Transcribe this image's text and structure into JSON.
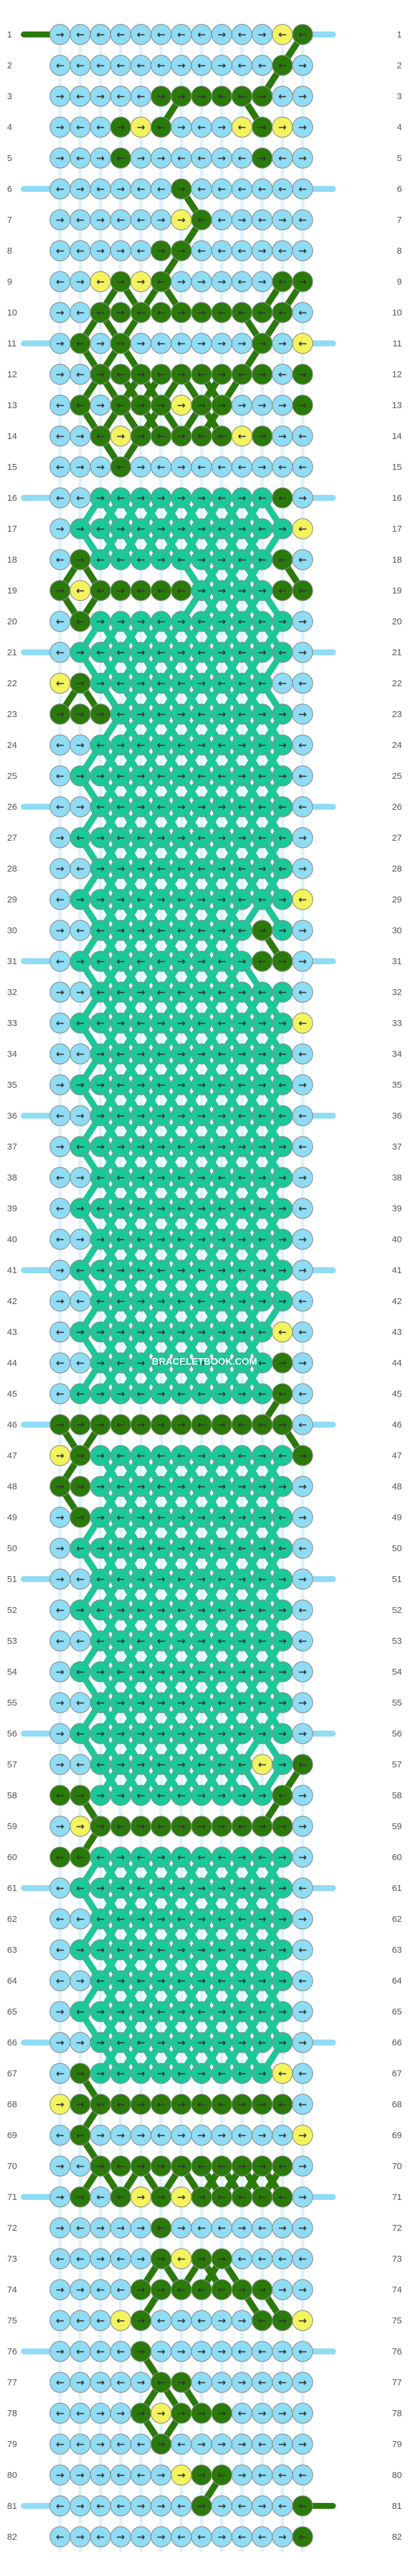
{
  "watermark": "BRACELETBOOK.COM",
  "colors": {
    "A": "#8fdcf5",
    "B": "#2a7a0a",
    "C": "#f3f45c",
    "D": "#19c999",
    "string_base": "#dff3fb",
    "outline": "#8a8a8a"
  },
  "strings": {
    "left_tails": [
      "B",
      "A",
      "A",
      "A",
      "A",
      "A",
      "A",
      "A",
      "A",
      "A",
      "A",
      "A",
      "A",
      "A",
      "A",
      "A",
      "A"
    ],
    "right_tails": [
      "A",
      "A",
      "A",
      "A",
      "A",
      "A",
      "A",
      "A",
      "A",
      "A",
      "A",
      "A",
      "A",
      "A",
      "A",
      "A",
      "B"
    ]
  },
  "row_numbers": [
    1,
    2,
    3,
    4,
    5,
    6,
    7,
    8,
    9,
    10,
    11,
    12,
    13,
    14,
    15,
    16,
    17,
    18,
    19,
    20,
    21,
    22,
    23,
    24,
    25,
    26,
    27,
    28,
    29,
    30,
    31,
    32,
    33,
    34,
    35,
    36,
    37,
    38,
    39,
    40,
    41,
    42,
    43,
    44,
    45,
    46,
    47,
    48,
    49,
    50,
    51,
    52,
    53,
    54,
    55,
    56,
    57,
    58,
    59,
    60,
    61,
    62,
    63,
    64,
    65,
    66,
    67,
    68,
    69,
    70,
    71,
    72,
    73,
    74,
    75,
    76,
    77,
    78,
    79,
    80,
    81,
    82
  ],
  "rows": [
    "AAAAAAAAAAACB",
    "AAAAAAAAAAABA",
    "AAAAABBBBBBAA",
    "AAABCBAAACBCA",
    "AAABAAAAAABAA",
    "AAAAAABAAAAAA",
    "AAAAAACBAAAAA",
    "AAAAABBAAAAAA",
    "AACBCBAAAAABB",
    "AABBBBBBBBBBA",
    "ABABAAAAAABAC",
    "AABBBBBBBBBAB",
    "ABABBBCBBAAAB",
    "AABCBBBBBCBAA",
    "AAABAAAAAAAAA",
    "AADDDDDDDDDBA",
    "ADDDDDDDDDDDC",
    "ABDDDDDDDDDBA",
    "BCBBBBBDDDDBB",
    "ABDDDDDDDDDDA",
    "ADDDDDDDDDDDA",
    "CBDDDDDDDDDAA",
    "BBBDDDDDDDDDA",
    "AADDDDDDDDDDA",
    "ADDDDDDDDDDDA",
    "AADDDDDDDDDDA",
    "ADDDDDDDDDDDA",
    "AADDDDDDDDDDA",
    "ADDDDDDDDDDDC",
    "AADDDDDDDDBDA",
    "ADDDDDDDDDBBA",
    "AADDDDDDDDDDA",
    "ADDDDDDDDDDDC",
    "AADDDDDDDDDDA",
    "ADDDDDDDDDDDA",
    "AADDDDDDDDDDA",
    "ADDDDDDDDDDDA",
    "AADDDDDDDDDDA",
    "ADDDDDDDDDDDA",
    "AADDDDDDDDDDA",
    "ADDDDDDDDDDDA",
    "AADDDDDDDDDDA",
    "ADDDDDDDDDDCA",
    "AADDDDDDDDDBA",
    "ADDDDDDDDDDBA",
    "BBBBBBBBBBBBA",
    "CBDDDDDDDDDDB",
    "BBDDDDDDDDDDA",
    "ABDDDDDDDDDDA",
    "ADDDDDDDDDDDA",
    "AADDDDDDDDDDA",
    "ADDDDDDDDDDDA",
    "AADDDDDDDDDDA",
    "ADDDDDDDDDDDA",
    "AADDDDDDDDDDA",
    "ADDDDDDDDDDDA",
    "AADDDDDDDDCDB",
    "BBDDDDDDDDDBA",
    "ACBBBBBBBBBBA",
    "BBDDDDDDDDDDA",
    "ADDDDDDDDDDDA",
    "AADDDDDDDDDDA",
    "ADDDDDDDDDDDA",
    "AADDDDDDDDDDA",
    "ADDDDDDDDDDDA",
    "AADDDDDDDDDDA",
    "ABDDDDDDDDDCA",
    "CBBBBBBBBBBBA",
    "ABAAAAAAAAAAC",
    "AABBBBBBBBBBA",
    "ABABCBCBBBBBA",
    "AAAAABAAAAAAA",
    "AAAAABCBBAAAA",
    "AAAABBBBBBBAA",
    "AAACBAAAAABBC",
    "AAAABAAAAAAAA",
    "AAAAABBAAAAAA",
    "AAAABCBBBAAAA",
    "AAAAABAAAAAAA",
    "AAAAAACBBAAAA",
    "AAAAAAABAAAAB",
    "AAAAAAAAAAAAB"
  ],
  "arrows": [
    "RLLLLLLLRLRLL",
    "LLLLLLRLRLLLR",
    "RLRLLRRRLLRLR",
    "RLLRRLRLRLRRR",
    "RLRLRRLLRLRLR",
    "LRLRLLRLLLLLL",
    "RLRLLRRLLRLRL",
    "LLRRLRRLLLRLR",
    "LRLRRLRRRLRLR",
    "RLLRLLRRLLLLL",
    "RLRRRLLRRRRRL",
    "RLRLRLRLRLRLR",
    "LLRLRRRRRRRRR",
    "LRLRRLRLLLRRL",
    "LRRLRLRLLLRLL",
    "LLRLRRRRLRLLR",
    "RRLRLRRRLRLRL",
    "LRLLLRLRRLLLL",
    "RLLRLLLRRRRLL",
    "LLRRRLRLRLLRR",
    "LRLLRLRLRLRLR",
    "LRRLRLLRLLLLL",
    "RRRLRLRLRLRRR",
    "LRLRLLLRLRLRL",
    "LRRLRLRLLRLRL",
    "LRLLRLRRRLLLL",
    "RLRLLRRLRRLLR",
    "RLRRRLLLRLRLR",
    "LRRRLRLRRLLRL",
    "RLLRRLLLRLRRR",
    "LRLLLLRRLRLRR",
    "RRLLRLLRLRLLL",
    "LLLRLRRLLRRRL",
    "LLRLRLRRLRRLL",
    "RRRLRLRRLLRLR",
    "LRRLRRRRRLLLL",
    "RLRRRRLRRRRRL",
    "LRLLRRLRLLRRR",
    "LRLRLRLRLRLRL",
    "LRRLLRLRRRLRR",
    "RLRRLLRLRLRRR",
    "RLLLRRLLRRRRL",
    "LRRRRRRRRRLLL",
    "LLRLRLRRLRLRR",
    "LLRRLRLLRRLLL",
    "RRRLRRRLRLLRL",
    "RRRLLLLRRLRLR",
    "RRRLRLRLRRRRR",
    "RRRLRLRRRRRLR",
    "RLRLRLRLLLRLL",
    "RLLLRRLRLRLRR",
    "LRLRLRLRLLLRL",
    "LLLRLLRRLRLRL",
    "RLRLRRRLLRLRR",
    "RLLRRRRRLLLRR",
    "RLRRRRRLRLRRR",
    "RLLRRLRLLLLRL",
    "LRRRLLLRRRRLR",
    "RRRLRLRRRLRRR",
    "LLLRLRLLLRLRR",
    "LLRRLRRRRRLRL",
    "LLLLRRLRLLRRR",
    "LRRLLLRRLRLRL",
    "LRLRLRLRLRRRL",
    "RLRRRLRLRLLRR",
    "RRRLLRRRRRLRR",
    "LRRLRRLRLLRLL",
    "RRLLRLRLLRRLL",
    "LLRRRLRRRLRRR",
    "RLRLRRRLLRRLR",
    "RRLLRRRRLLLLR",
    "RLRRRLRLLRLRR",
    "LLRLRRLRRLLLL",
    "RRLLRRLLLRRRR",
    "LLLLRLRLRRLRR",
    "RLLLRRRRRLLRL",
    "LRRLRLRLRRLLR",
    "LLRRRRRRRLRRR",
    "LLRLLRLRRRLRR",
    "RRRLLRRRLRLLL",
    "LRLLRRLRRLRLL",
    "LRLRRRLLRLLRL"
  ]
}
